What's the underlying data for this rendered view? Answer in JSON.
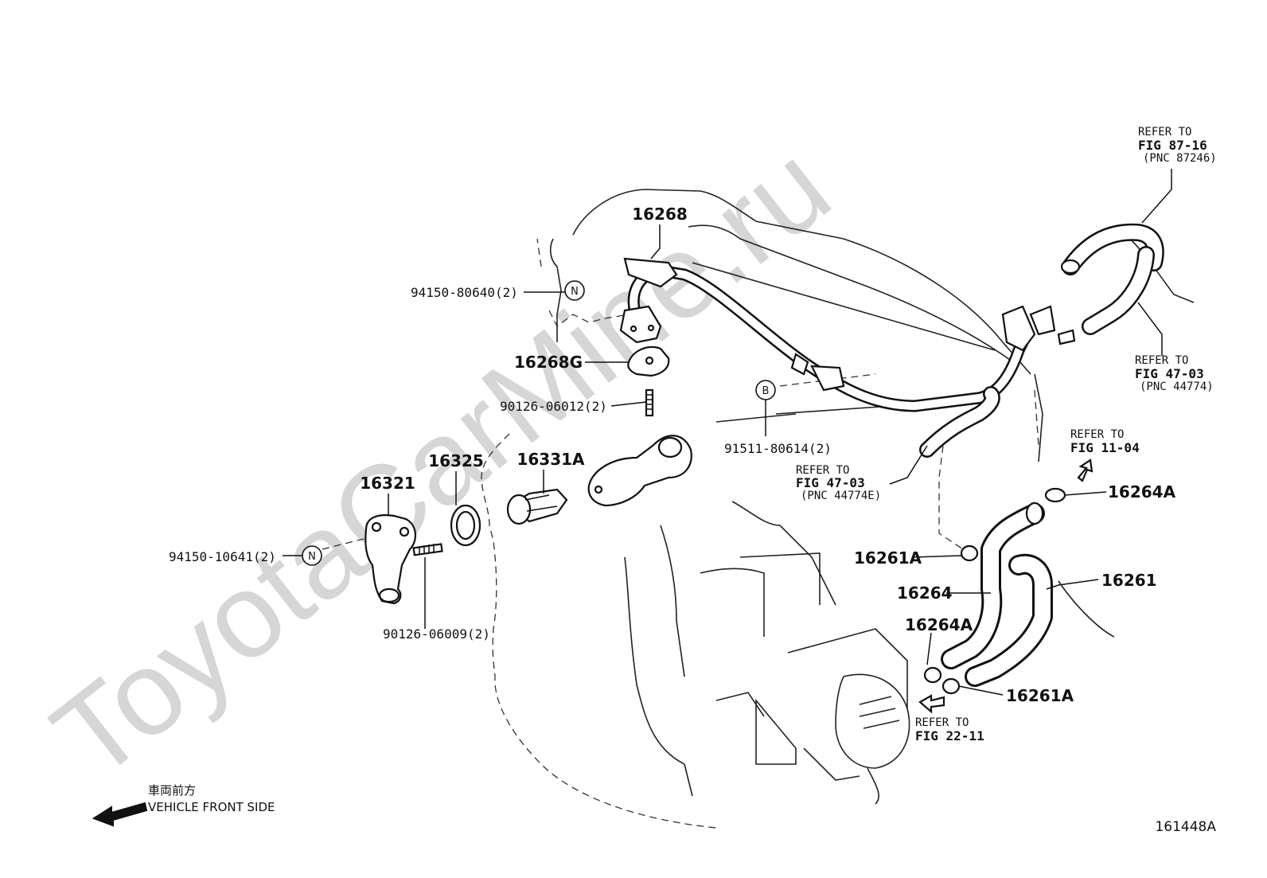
{
  "watermark": "ToyotaCarMine.ru",
  "figure_code": "161448A",
  "direction": {
    "jp": "車両前方",
    "en": "VEHICLE FRONT SIDE"
  },
  "symbols": {
    "n": "N",
    "b": "B"
  },
  "parts": {
    "p16268": "16268",
    "p16268g": "16268G",
    "p16325": "16325",
    "p16331a": "16331A",
    "p16321": "16321",
    "p16264a_top": "16264A",
    "p16261a_mid": "16261A",
    "p16264": "16264",
    "p16261": "16261",
    "p16264a_low": "16264A",
    "p16261a_low": "16261A"
  },
  "hardware": {
    "h94150_80640": "94150-80640(2)",
    "h90126_06012": "90126-06012(2)",
    "h91511_80614": "91511-80614(2)",
    "h94150_10641": "94150-10641(2)",
    "h90126_06009": "90126-06009(2)"
  },
  "refs": {
    "r87_16": {
      "l1": "REFER TO",
      "l2": "FIG 87-16",
      "l3": "(PNC 87246)"
    },
    "r47_03_top": {
      "l1": "REFER TO",
      "l2": "FIG 47-03",
      "l3": "(PNC 44774)"
    },
    "r47_03_mid": {
      "l1": "REFER TO",
      "l2": "FIG 47-03",
      "l3": "(PNC 44774E)"
    },
    "r11_04": {
      "l1": "REFER TO",
      "l2": "FIG 11-04"
    },
    "r22_11": {
      "l1": "REFER TO",
      "l2": "FIG 22-11"
    }
  }
}
